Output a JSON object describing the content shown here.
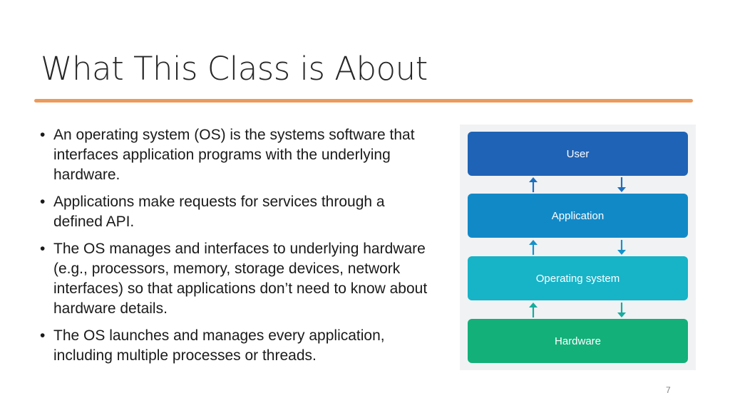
{
  "slide": {
    "title": "What This Class is About",
    "page_number": "7"
  },
  "bullets": [
    "An operating system (OS) is the systems software that interfaces application programs with the underlying hardware.",
    "Applications make requests for services through a defined API.",
    "The OS manages and interfaces to underlying hardware (e.g., processors, memory, storage devices, network interfaces) so that applications don’t need to know about hardware details.",
    "The OS launches and manages every application, including multiple processes or threads."
  ],
  "diagram": {
    "layers": [
      {
        "label": "User",
        "color": "#1f63b6"
      },
      {
        "label": "Application",
        "color": "#1289c7"
      },
      {
        "label": "Operating system",
        "color": "#17b3c7"
      },
      {
        "label": "Hardware",
        "color": "#13b07a"
      }
    ],
    "arrow_colors": [
      "#1c6fbf",
      "#1592c9",
      "#15ad9c"
    ]
  },
  "colors": {
    "title_rule": "#eb9a5b",
    "diagram_background": "#f1f2f4"
  }
}
